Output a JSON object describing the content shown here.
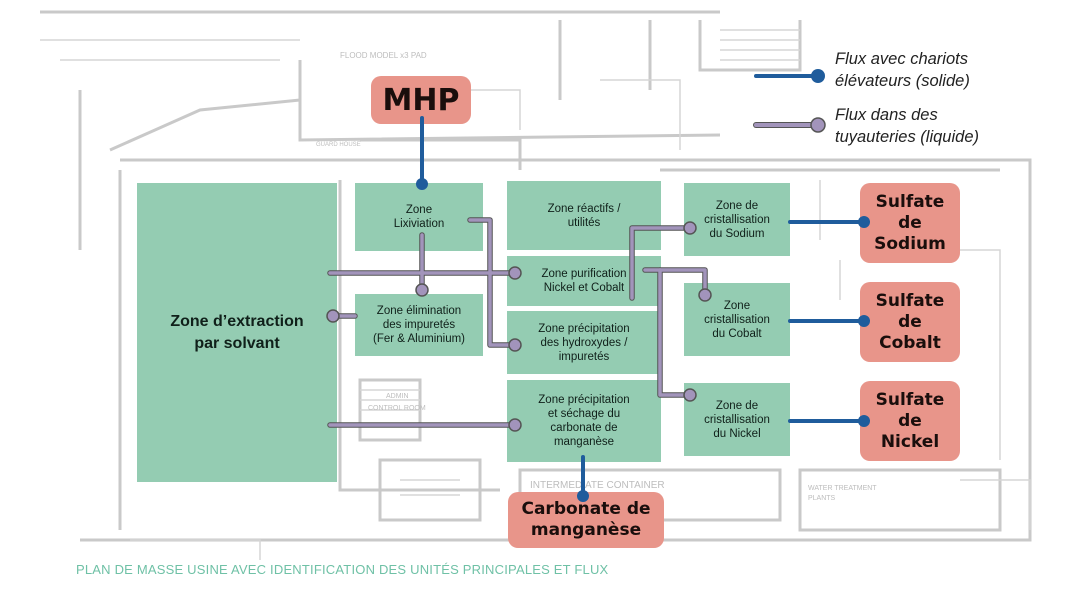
{
  "legend": {
    "solid": "Flux avec chariots\nélévateurs (solide)",
    "liquid": "Flux dans des\ntuyauteries (liquide)",
    "solid_color": "#1f5c9c",
    "liquid_color": "#9c8fb0"
  },
  "zones": {
    "extraction": "Zone d’extraction\npar solvant",
    "lixiviation": "Zone\nLixiviation",
    "elimination": "Zone élimination\ndes impuretés\n(Fer & Aluminium)",
    "reactifs": "Zone réactifs /\nutilités",
    "purification": "Zone purification\nNickel et Cobalt",
    "precip_hydroxydes": "Zone précipitation\ndes hydroxydes /\nimpuretés",
    "precip_carbonate": "Zone précipitation\net séchage du\ncarbonate de\nmanganèse",
    "cryst_sodium": "Zone de\ncristallisation\ndu Sodium",
    "cryst_cobalt": "Zone\ncristallisation\ndu Cobalt",
    "cryst_nickel": "Zone de\ncristallisation\ndu Nickel"
  },
  "products": {
    "mhp": "MHP",
    "sulfate_sodium": "Sulfate\nde\nSodium",
    "sulfate_cobalt": "Sulfate\nde\nCobalt",
    "sulfate_nickel": "Sulfate\nde\nNickel",
    "carbonate": "Carbonate de\nmanganèse"
  },
  "background_labels": {
    "flood": "FLOOD MODEL x3 PAD",
    "control": "ADMIN\nCONTROL ROOM",
    "container": "INTERMEDIATE CONTAINER",
    "water": "WATER TREATMENT\nPLANTS",
    "guard": "GUARD HOUSE"
  },
  "caption": "PLAN DE MASSE USINE AVEC IDENTIFICATION DES UNITÉS PRINCIPALES ET FLUX",
  "colors": {
    "zone": "#94ccb2",
    "product": "#e8958a",
    "caption": "#6fc1a6",
    "plan_lines": "#c9c9c9"
  }
}
